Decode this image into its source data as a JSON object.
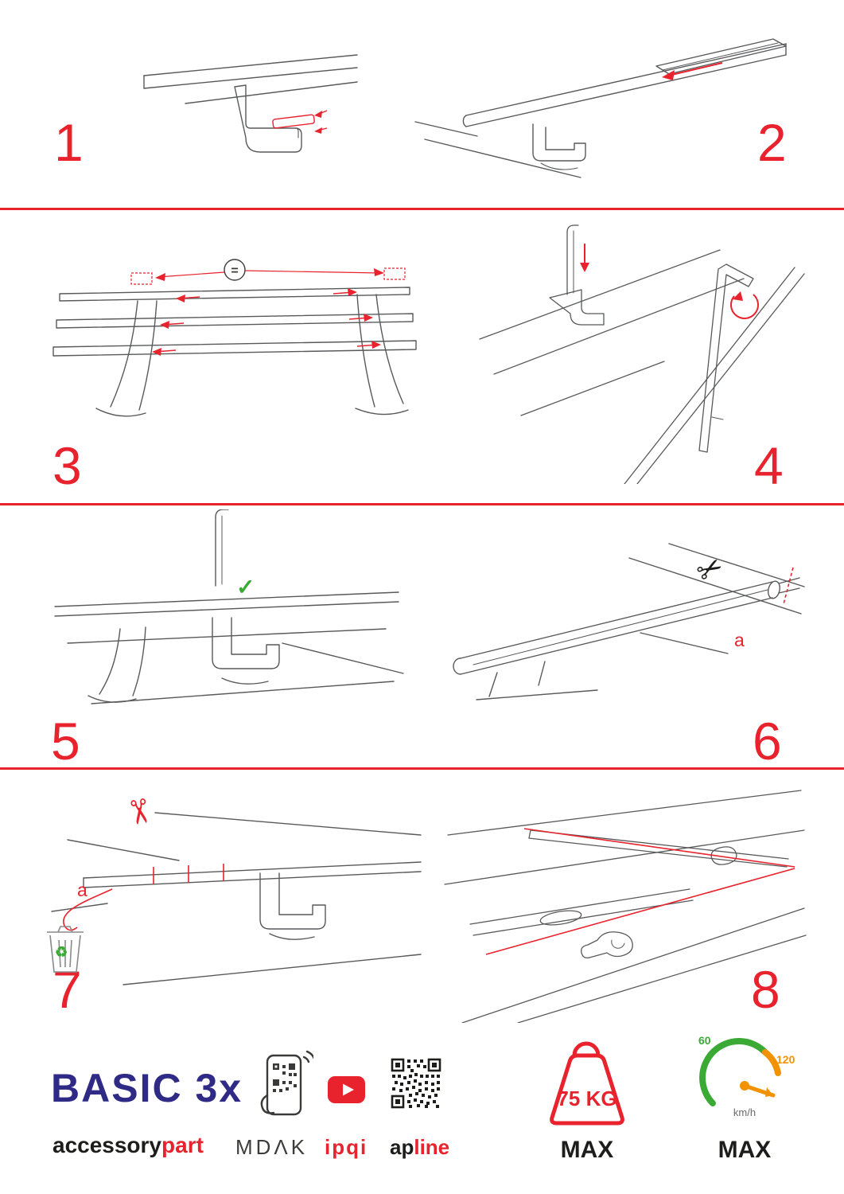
{
  "document": {
    "type": "roof-rack-assembly-instructions"
  },
  "colors": {
    "accent_red": "#e8232d",
    "brand_navy": "#2f2a85",
    "green": "#3aaa35",
    "orange": "#f39200"
  },
  "steps": [
    {
      "number": "1"
    },
    {
      "number": "2"
    },
    {
      "number": "3"
    },
    {
      "number": "4"
    },
    {
      "number": "5"
    },
    {
      "number": "6"
    },
    {
      "number": "7"
    },
    {
      "number": "8"
    }
  ],
  "annotations": {
    "equals_badge": "=",
    "check_mark": "✓",
    "scissors": "✂",
    "cut_label_step6": "a",
    "cut_label_step7": "a",
    "recycle": "♻"
  },
  "footer": {
    "brand": "BASIC 3x",
    "accessory": "accessory",
    "part": "part",
    "mdak": "MDΛK",
    "ipqi": "ipqi",
    "ap": "ap",
    "line": "line",
    "weight_value": "75 KG",
    "weight_max": "MAX",
    "speed_min": "60",
    "speed_max_tick": "120",
    "speed_unit": "km/h",
    "speed_limit": "MAX"
  }
}
